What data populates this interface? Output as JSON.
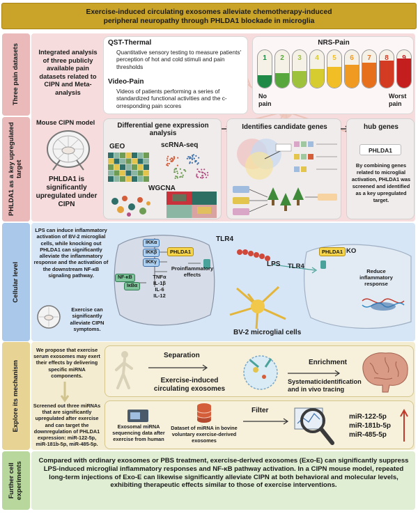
{
  "title": {
    "line1": "Exercise-induced circulating exosomes alleviate chemotherapy-induced",
    "line2": "peripheral neuropathy through PHLDA1 blockade in microglia"
  },
  "sidebar": {
    "s1": "Three pain datasets",
    "s2": "PHLDA1 as a key upregulated target",
    "s3": "Cellular level",
    "s4": "Explore its mechanism",
    "s5": "Further cell experiments"
  },
  "section1": {
    "intro": "Integrated analysis of three publicly available pain datasets related to CIPN and Meta-analysis",
    "qst_title": "QST-Thermal",
    "qst_text": "Quantitative sensory testing to measure patients' perception of hot and cold stimuli and pain thresholds",
    "video_title": "Video-Pain",
    "video_text": "Videos of patients performing a series of standardized functional activities and the c-orresponding pain scores",
    "nrs_title": "NRS-Pain",
    "nrs_numbers": [
      "1",
      "2",
      "3",
      "4",
      "5",
      "6",
      "7",
      "8",
      "9"
    ],
    "nrs_colors": [
      "#1f8a45",
      "#57a73c",
      "#9fc23c",
      "#d7cc2f",
      "#f1bf25",
      "#f09a22",
      "#e6701c",
      "#d33b22",
      "#c51e1e"
    ],
    "no_pain": "No pain",
    "worst_pain": "Worst pain"
  },
  "section2": {
    "mouse_label": "Mouse CIPN model",
    "phlda1_text": "PHLDA1 is significantly upregulated under CIPN",
    "deg_title": "Differential gene expression analysis",
    "geo": "GEO",
    "scrna": "scRNA-seq",
    "wgcna": "WGCNA",
    "candidate_title": "Identifies candidate genes",
    "hub_title": "hub genes",
    "hub_gene": "PHLDA1",
    "hub_text": "By combining genes related to microglial activation, PHLDA1 was screened and identified as a key upregulated target."
  },
  "section3": {
    "left_text": "LPS can induce inflammatory activation of BV-2 microglial cells, while knocking out PHLDA1 can significantly alleviate the inflammatory response and the activation of the downstream NF-κB signaling pathway.",
    "exercise_text": "Exercise can significantly alleviate CIPN symptoms.",
    "ikka": "IKKα",
    "ikkb": "IKKβ",
    "ikky": "IKKγ",
    "phlda1": "PHLDA1",
    "nfkb": "NF-κB",
    "ikba": "IκBα",
    "cytokines": [
      "TNFα",
      "IL-1β",
      "IL-6",
      "IL-12"
    ],
    "pro_effects": "Proinflammatory effects",
    "tlr4": "TLR4",
    "tlr4_right": "TLR4",
    "lps": "LPS",
    "phlda1_ko": "PHLDA1",
    "ko": "KO",
    "reduce": "Reduce inflammatory response",
    "bv2": "BV-2 microglial cells"
  },
  "section4": {
    "propose_text": "We propose that exercise serum exosomes may exert their effects by delivering specific miRNA components.",
    "screen_text": "Screened out three miRNAs that are significantly upregulated after exercise and can target the downregulation of PHLDA1 expression: miR-122-5p, miR-181b-5p, miR-485-5p.",
    "separation": "Separation",
    "exo_label": "Exercise-induced circulating exosomes",
    "enrichment": "Enrichment",
    "systematic": "Systematicidentification and in vivo tracing",
    "exo_mirna": "Exosomal miRNA sequencing data after exercise from human",
    "dataset_mirna": "Dataset of miRNA in bovine voluntary exercise-derived exosomes",
    "filter": "Filter",
    "mirnas": [
      "miR-122-5p",
      "miR-181b-5p",
      "miR-485-5p"
    ]
  },
  "section5": {
    "text": "Compared with ordinary exosomes or PBS treatment, exercise-derived exosomes (Exo-E) can significantly suppress LPS-induced microglial inflammatory responses and NF-κB pathway activation. In a CIPN mouse model, repeated long-term injections of Exo-E can likewise significantly alleviate CIPN at both behavioral and molecular levels, exhibiting therapeutic effects similar to those of exercise interventions."
  },
  "colors": {
    "title_bar": "#c9a429",
    "pink": "#f6dcdc",
    "pink_side": "#eab9b9",
    "blue": "#d7e6f6",
    "blue_side": "#a9c8ea",
    "tan": "#f4ecd0",
    "tan_side": "#e7d394",
    "green": "#e0eed4",
    "green_side": "#b8d79c",
    "phlda1_yellow": "#f6d54a"
  }
}
